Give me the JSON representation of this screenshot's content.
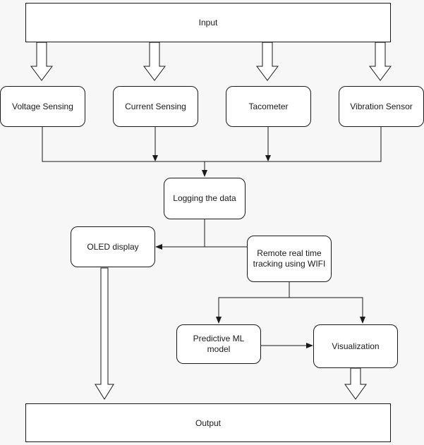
{
  "diagram": {
    "title_top": "Input",
    "title_bottom": "Output",
    "nodes": {
      "input": {
        "label": "Input"
      },
      "voltage": {
        "label": "Voltage Sensing"
      },
      "current": {
        "label": "Current Sensing"
      },
      "tacometer": {
        "label": "Tacometer"
      },
      "vibration": {
        "label": "Vibration Sensor"
      },
      "logging": {
        "label": "Logging the data"
      },
      "oled": {
        "label": "OLED display"
      },
      "remote": {
        "label": "Remote real time\ntracking using WIFI"
      },
      "mlmodel": {
        "label": "Predictive ML model"
      },
      "visualization": {
        "label": "Visualization"
      },
      "output": {
        "label": "Output"
      }
    },
    "colors": {
      "background": "#f7f7f7",
      "node_fill": "#ffffff",
      "stroke": "#1a1a1a",
      "text": "#1a1a1a"
    }
  }
}
